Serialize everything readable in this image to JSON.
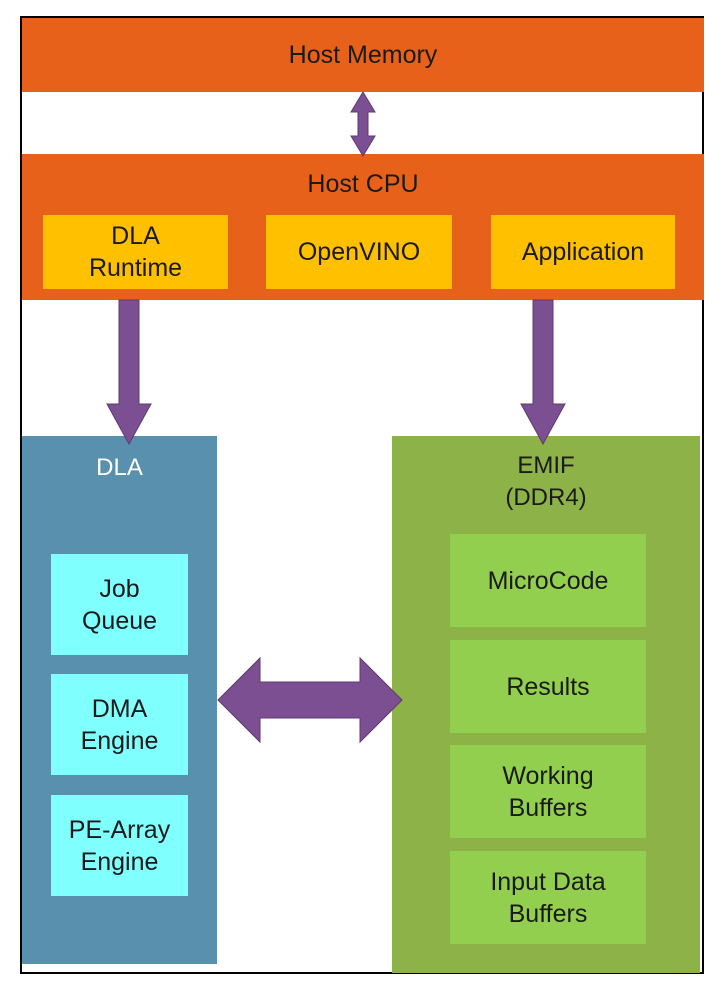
{
  "host_memory": {
    "label": "Host Memory"
  },
  "host_cpu": {
    "label": "Host CPU",
    "components": [
      "DLA\nRuntime",
      "OpenVINO",
      "Application"
    ]
  },
  "dla": {
    "label": "DLA",
    "components": [
      "Job\nQueue",
      "DMA\nEngine",
      "PE-Array\nEngine"
    ]
  },
  "emif": {
    "label": "EMIF\n(DDR4)",
    "components": [
      "MicroCode",
      "Results",
      "Working\nBuffers",
      "Input Data\nBuffers"
    ]
  },
  "colors": {
    "host": "#e8611a",
    "cpu_component": "#ffc000",
    "dla": "#5890ad",
    "dla_component": "#80ffff",
    "emif": "#8db248",
    "emif_component": "#93cf4e",
    "arrow": "#7b4f92"
  }
}
